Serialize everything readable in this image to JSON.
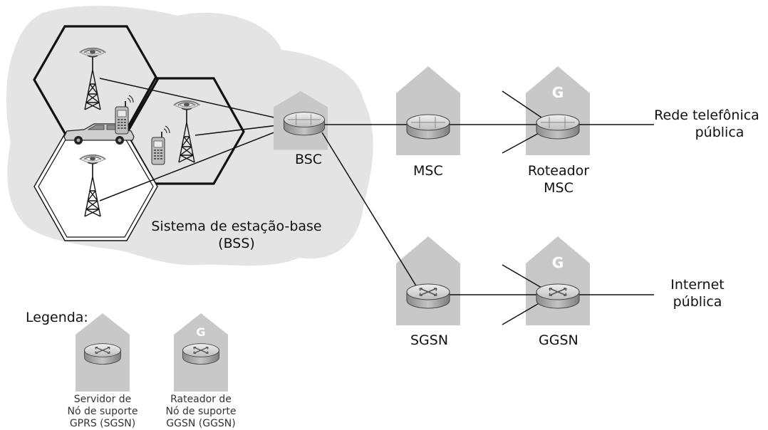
{
  "bss": {
    "label_line1": "Sistema de estação-base",
    "label_line2": "(BSS)"
  },
  "nodes": {
    "bsc": "BSC",
    "msc": "MSC",
    "gmsc_line1": "Roteador",
    "gmsc_line2": "MSC",
    "sgsn": "SGSN",
    "ggsn": "GGSN",
    "gateway_mark": "G"
  },
  "networks": {
    "pstn_line1": "Rede telefônica",
    "pstn_line2": "pública",
    "internet_line1": "Internet",
    "internet_line2": "pública"
  },
  "legend": {
    "title": "Legenda:",
    "sgsn_line1": "Servidor de",
    "sgsn_line2": "Nó de suporte",
    "sgsn_line3": "GPRS (SGSN)",
    "ggsn_mark": "G",
    "ggsn_line1": "Rateador de",
    "ggsn_line2": "Nó de suporte",
    "ggsn_line3": "GGSN (GGSN)"
  },
  "colors": {
    "house_fill": "#c8c8c8",
    "cloud_fill": "#e4e4e4",
    "router_top": "#dcdcdc",
    "router_side": "#9a9a9a",
    "line": "#111111"
  }
}
